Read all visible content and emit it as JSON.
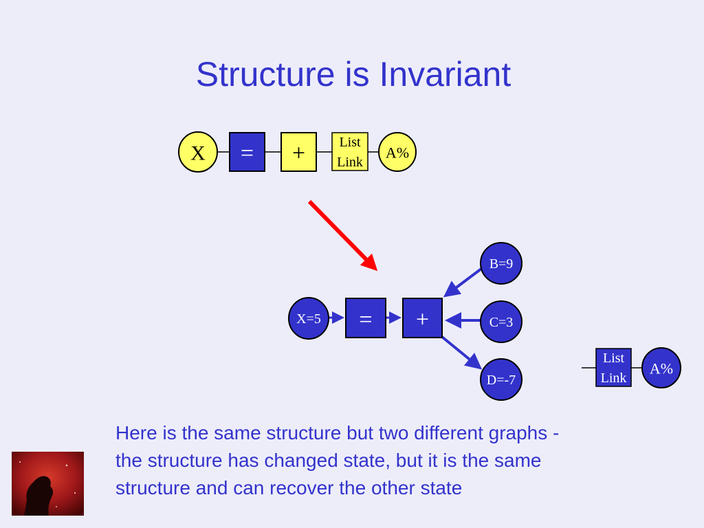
{
  "title": "Structure is Invariant",
  "top_graph": {
    "x_node": "X",
    "equals_node": "=",
    "plus_node": "+",
    "list_link_line1": "List",
    "list_link_line2": "Link",
    "a_node": "A%"
  },
  "bottom_graph": {
    "x_node": "X=5",
    "equals_node": "=",
    "plus_node": "+",
    "b_node": "B=9",
    "c_node": "C=3",
    "d_node": "D=-7"
  },
  "detached": {
    "list_link_line1": "List",
    "list_link_line2": "Link",
    "a_node": "A%"
  },
  "caption": [
    "Here is the same structure but two different graphs -",
    "the structure has changed state, but it is the same",
    "structure and can recover the other state"
  ],
  "colors": {
    "title": "#3333cc",
    "yellow_node": "#ffff66",
    "blue_node": "#3333cc",
    "arrow_red": "#ff0000",
    "background": "#ededfa"
  },
  "icons": [
    "red-arrow-icon",
    "horsehead-nebula-image"
  ]
}
